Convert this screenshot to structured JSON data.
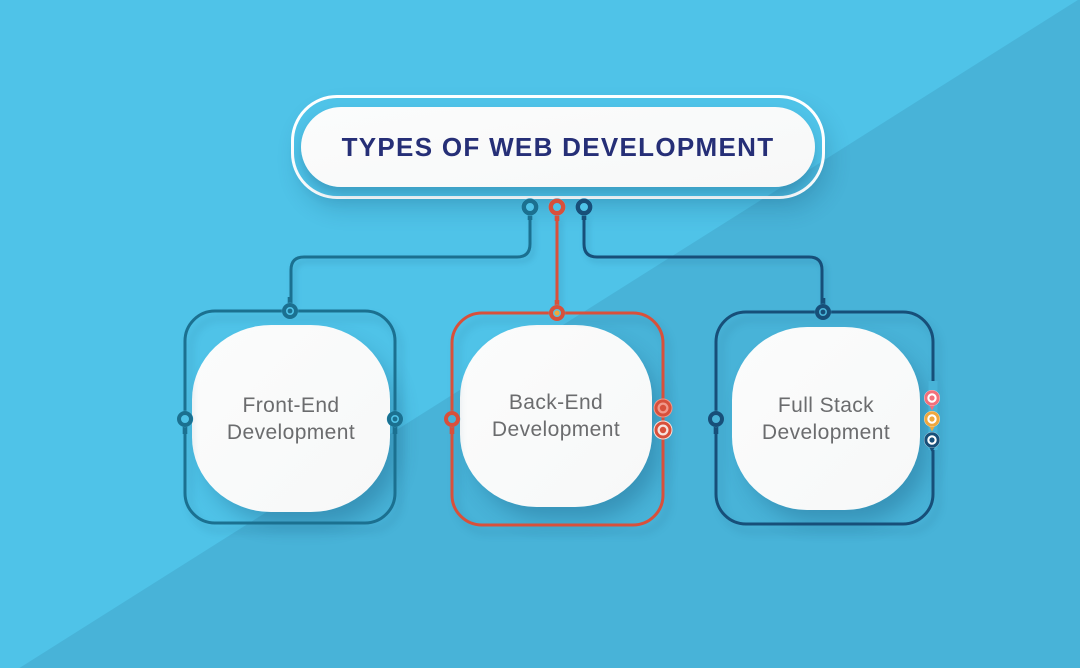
{
  "title": {
    "label": "TYPES OF WEB DEVELOPMENT"
  },
  "branches": [
    {
      "id": "front-end",
      "label": "Front-End\nDevelopment",
      "color": "#1b7090"
    },
    {
      "id": "back-end",
      "label": "Back-End\nDevelopment",
      "color": "#d8503b"
    },
    {
      "id": "full-stack",
      "label": "Full Stack\nDevelopment",
      "color": "#174f79"
    }
  ],
  "colors": {
    "bg-light": "#4fc3e8",
    "bg-dark": "#48b3d8",
    "teal": "#1b7090",
    "red": "#d8503b",
    "navy": "#174f79",
    "orange": "#efa73e",
    "coral": "#f2707b",
    "salmon": "#f0988a",
    "card": "#f7f8f8",
    "title-text": "#262f77",
    "label-text": "#6b6c6e"
  }
}
